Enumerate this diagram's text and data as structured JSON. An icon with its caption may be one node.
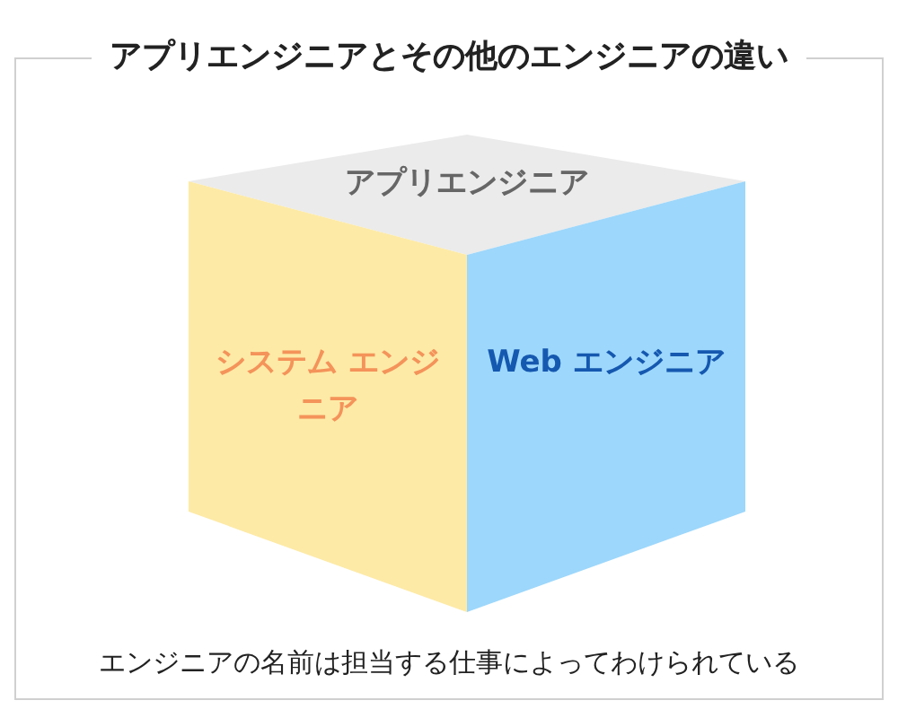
{
  "diagram": {
    "title": "アプリエンジニアとその他のエンジニアの違い",
    "caption": "エンジニアの名前は担当する仕事によってわけられている",
    "nodes": [
      {
        "text": [
          "アプリエンジニア"
        ]
      },
      {
        "text": [
          "システム エンジニア"
        ]
      },
      {
        "text": [
          "Web エンジニア"
        ]
      }
    ]
  }
}
